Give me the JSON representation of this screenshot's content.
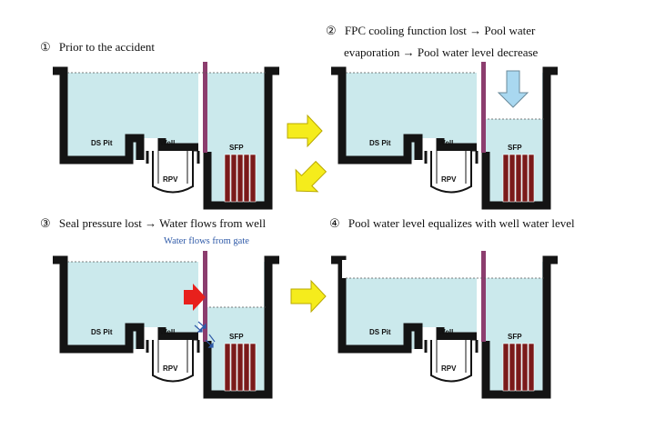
{
  "steps": [
    {
      "num": "①",
      "text": "Prior to the accident"
    },
    {
      "num": "②",
      "line1": "FPC cooling function lost → Pool water",
      "line2": "evaporation → Pool water level decrease"
    },
    {
      "num": "③",
      "text": "Seal pressure lost → Water flows from well",
      "note": "Water flows from gate"
    },
    {
      "num": "④",
      "text": "Pool water level equalizes with well water level"
    }
  ],
  "labels": {
    "ds_pit": "DS Pit",
    "well": "Well",
    "sfp": "SFP",
    "rpv": "RPV"
  },
  "colors": {
    "water": "#cbe9ec",
    "wall": "#141414",
    "gate": "#8c3d6e",
    "fuel": "#7a1a1a",
    "arrow_yellow": "#f5ec1c",
    "arrow_red": "#e8201c",
    "arrow_blue": "#a9d8f0",
    "note_blue": "#2f5aa8"
  }
}
